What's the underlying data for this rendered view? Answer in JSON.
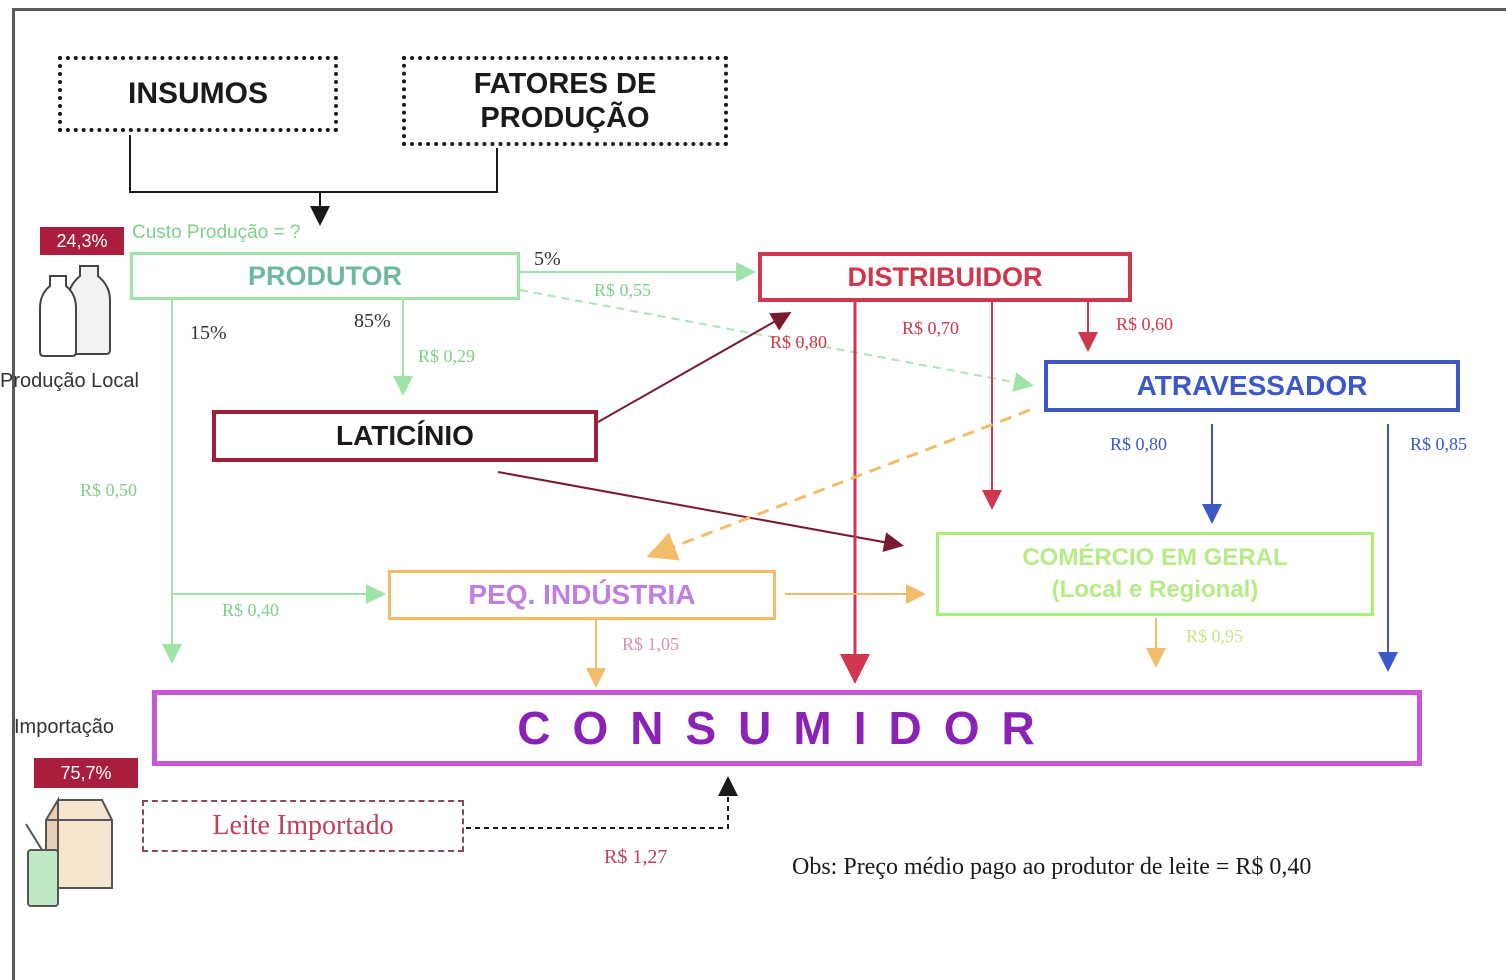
{
  "insumos": "INSUMOS",
  "fatores_line1": "FATORES DE",
  "fatores_line2": "PRODUÇÃO",
  "custo_producao": "Custo Produção = ?",
  "local_badge": "24,3%",
  "producao_local": "Produção Local",
  "produtor": "PRODUTOR",
  "distribuidor": "DISTRIBUIDOR",
  "atravessador": "ATRAVESSADOR",
  "laticinio": "LATICÍNIO",
  "peq_industria": "PEQ. INDÚSTRIA",
  "comercio_line1": "COMÉRCIO EM GERAL",
  "comercio_line2": "(Local e Regional)",
  "consumidor": "CONSUMIDOR",
  "importacao": "Importação",
  "import_badge": "75,7%",
  "leite_importado": "Leite Importado",
  "obs": "Obs: Preço médio pago ao produtor de leite = R$ 0,40",
  "edge_labels": {
    "pct_5": "5%",
    "pct_15": "15%",
    "pct_85": "85%",
    "prod_dist": "R$ 0,55",
    "prod_lat": "R$ 0,29",
    "prod_cons": "R$ 0,50",
    "prod_peq": "R$ 0,40",
    "dist_cons": "R$ 0,80",
    "dist_com": "R$ 0,70",
    "dist_atr": "R$ 0,60",
    "atr_com": "R$ 0,80",
    "atr_cons": "R$ 0,85",
    "peq_cons": "R$ 1,05",
    "com_cons": "R$ 0,95",
    "imp_cons": "R$ 1,27"
  },
  "colors": {
    "black": "#1a1a1a",
    "produtor": "#9fe3a6",
    "produtor_text": "#6fb8a0",
    "distribuidor": "#d0364e",
    "atravessador": "#3c57c8",
    "laticinio": "#9c1f36",
    "peq_border": "#f2bd6a",
    "peq_text": "#c07ee0",
    "comercio": "#a6ef78",
    "consumidor": "#cc55d8",
    "consumidor_text": "#8a23b5",
    "badge": "#a81e3c",
    "imported": "#c0405a"
  },
  "icons": [
    "milk-bottles-icon",
    "milk-carton-icon"
  ]
}
